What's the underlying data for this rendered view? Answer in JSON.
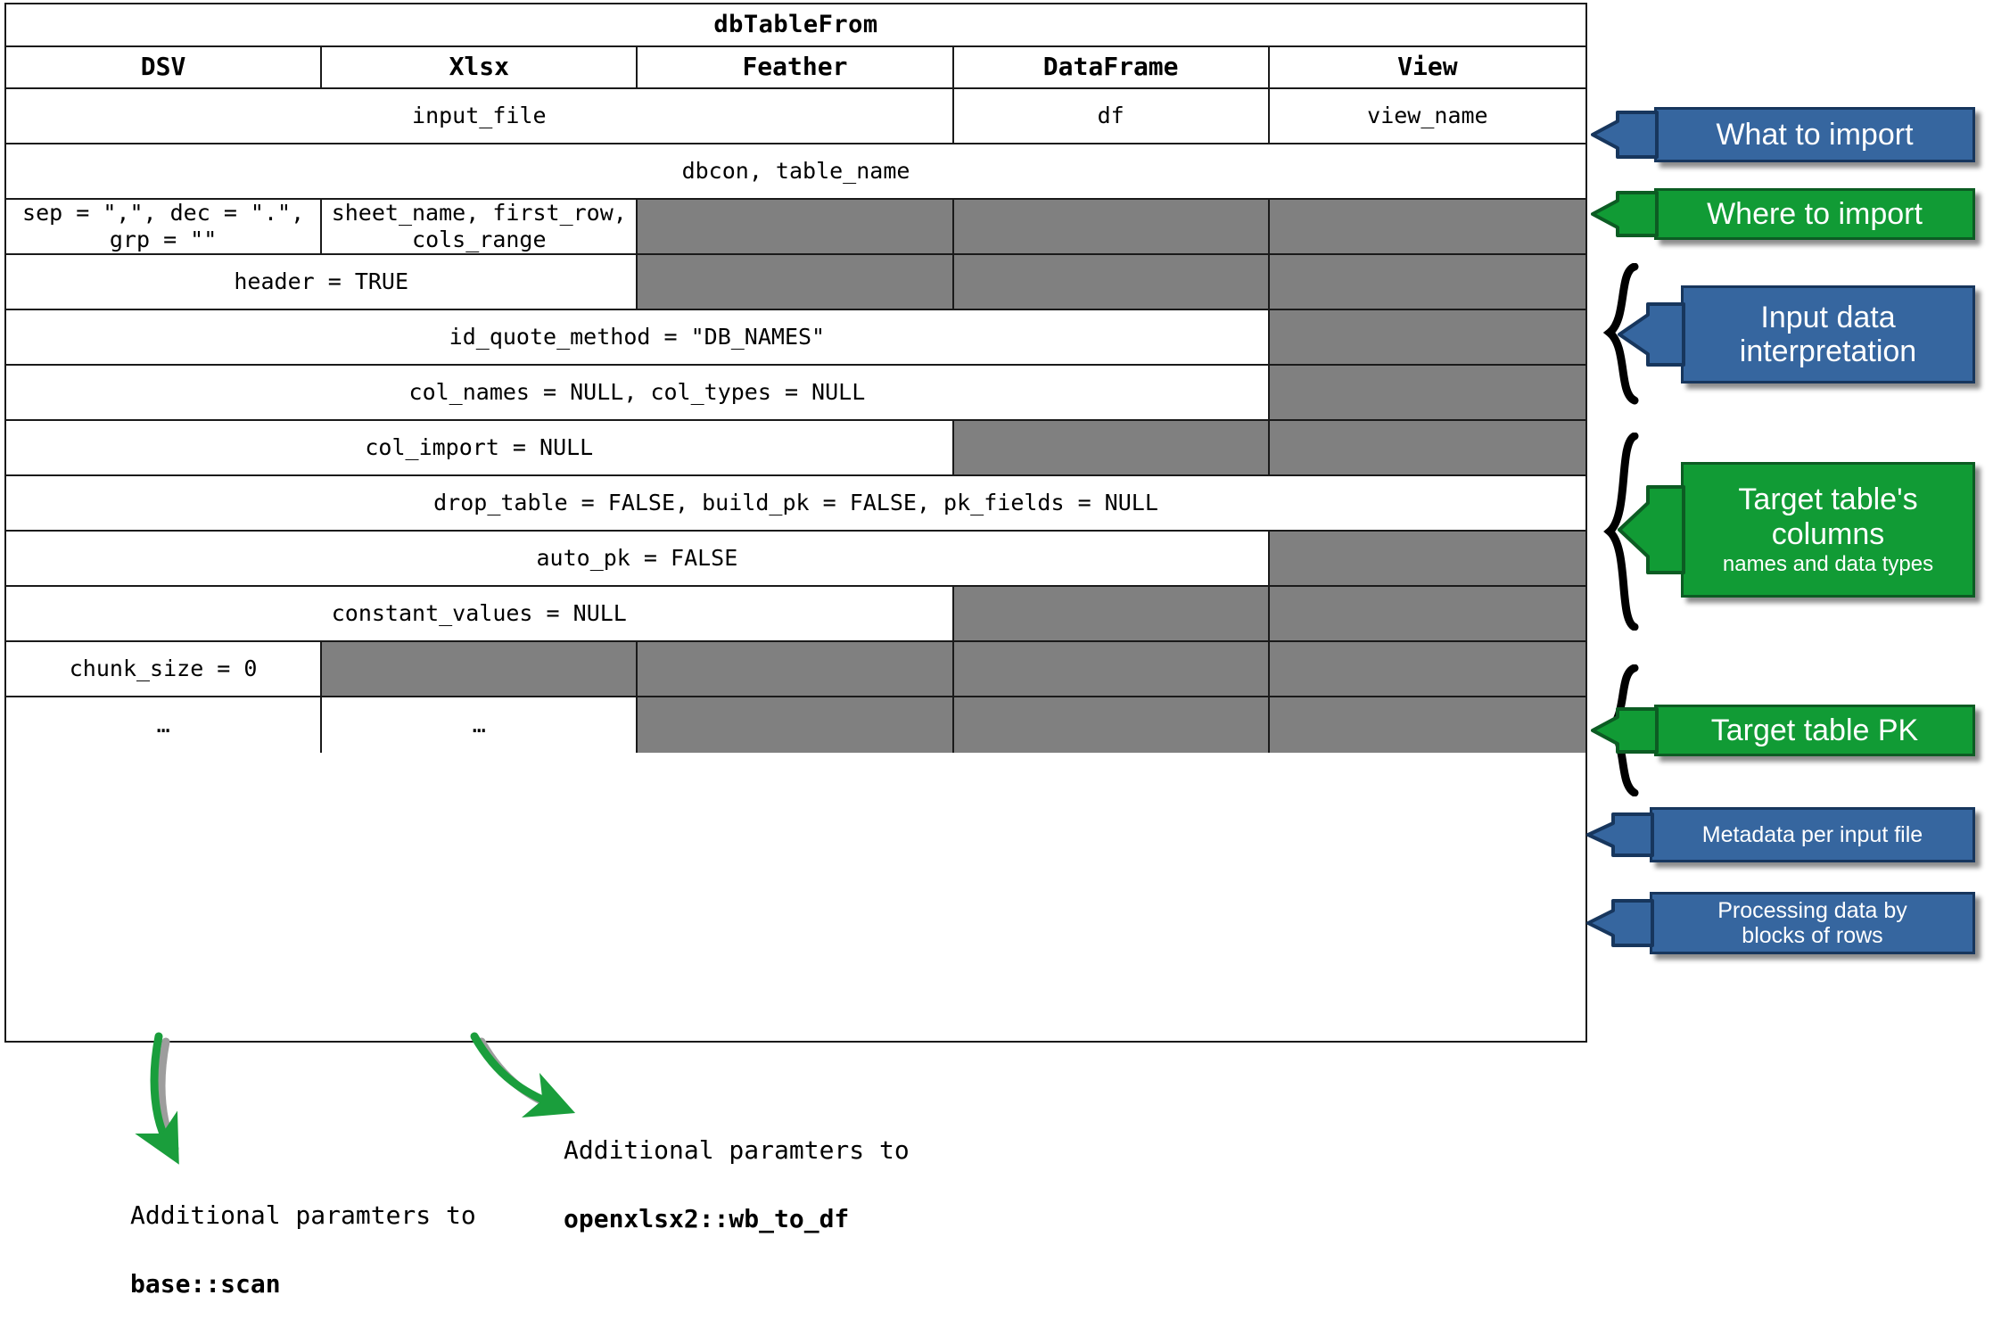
{
  "table": {
    "title": "dbTableFrom",
    "columns": [
      "DSV",
      "Xlsx",
      "Feather",
      "DataFrame",
      "View"
    ],
    "rows": [
      {
        "name": "what-to-import",
        "cells": [
          {
            "text": "input_file",
            "span": 3,
            "state": "white"
          },
          {
            "text": "df",
            "span": 1,
            "state": "white"
          },
          {
            "text": "view_name",
            "span": 1,
            "state": "white"
          }
        ]
      },
      {
        "name": "where-to-import",
        "cells": [
          {
            "text": "dbcon, table_name",
            "span": 5,
            "state": "white"
          }
        ]
      },
      {
        "name": "format-specific-options",
        "cells": [
          {
            "text": "sep = \",\", dec = \".\",\ngrp = \"\"",
            "span": 1,
            "state": "white"
          },
          {
            "text": "sheet_name, first_row,\ncols_range",
            "span": 1,
            "state": "white"
          },
          {
            "text": "",
            "span": 1,
            "state": "gray"
          },
          {
            "text": "",
            "span": 1,
            "state": "gray"
          },
          {
            "text": "",
            "span": 1,
            "state": "gray"
          }
        ]
      },
      {
        "name": "header-option",
        "cells": [
          {
            "text": "header = TRUE",
            "span": 2,
            "state": "white"
          },
          {
            "text": "",
            "span": 1,
            "state": "gray"
          },
          {
            "text": "",
            "span": 1,
            "state": "gray"
          },
          {
            "text": "",
            "span": 1,
            "state": "gray"
          }
        ]
      },
      {
        "name": "id-quote-method",
        "cells": [
          {
            "text": "id_quote_method = \"DB_NAMES\"",
            "span": 4,
            "state": "white"
          },
          {
            "text": "",
            "span": 1,
            "state": "gray"
          }
        ]
      },
      {
        "name": "col-names-types",
        "cells": [
          {
            "text": "col_names = NULL, col_types = NULL",
            "span": 4,
            "state": "white"
          },
          {
            "text": "",
            "span": 1,
            "state": "gray"
          }
        ]
      },
      {
        "name": "col-import",
        "cells": [
          {
            "text": "col_import = NULL",
            "span": 3,
            "state": "white"
          },
          {
            "text": "",
            "span": 1,
            "state": "gray"
          },
          {
            "text": "",
            "span": 1,
            "state": "gray"
          }
        ]
      },
      {
        "name": "drop-table-build-pk",
        "cells": [
          {
            "text": "drop_table = FALSE, build_pk = FALSE, pk_fields = NULL",
            "span": 5,
            "state": "white"
          }
        ]
      },
      {
        "name": "auto-pk",
        "cells": [
          {
            "text": "auto_pk = FALSE",
            "span": 4,
            "state": "white"
          },
          {
            "text": "",
            "span": 1,
            "state": "gray"
          }
        ]
      },
      {
        "name": "constant-values",
        "cells": [
          {
            "text": "constant_values = NULL",
            "span": 3,
            "state": "white"
          },
          {
            "text": "",
            "span": 1,
            "state": "gray"
          },
          {
            "text": "",
            "span": 1,
            "state": "gray"
          }
        ]
      },
      {
        "name": "chunk-size",
        "cells": [
          {
            "text": "chunk_size = 0",
            "span": 1,
            "state": "white"
          },
          {
            "text": "",
            "span": 1,
            "state": "gray"
          },
          {
            "text": "",
            "span": 1,
            "state": "gray"
          },
          {
            "text": "",
            "span": 1,
            "state": "gray"
          },
          {
            "text": "",
            "span": 1,
            "state": "gray"
          }
        ]
      },
      {
        "name": "ellipsis-row",
        "cells": [
          {
            "text": "…",
            "span": 1,
            "state": "white"
          },
          {
            "text": "…",
            "span": 1,
            "state": "white"
          },
          {
            "text": "",
            "span": 1,
            "state": "gray"
          },
          {
            "text": "",
            "span": 1,
            "state": "gray"
          },
          {
            "text": "",
            "span": 1,
            "state": "gray"
          }
        ]
      }
    ]
  },
  "callouts": [
    {
      "name": "what-to-import",
      "main": "What to import",
      "sub": "",
      "color": "blue"
    },
    {
      "name": "where-to-import",
      "main": "Where to import",
      "sub": "",
      "color": "green"
    },
    {
      "name": "input-data-interpretation",
      "main": "Input data\ninterpretation",
      "sub": "",
      "color": "blue"
    },
    {
      "name": "target-table-columns",
      "main": "Target table's\ncolumns",
      "sub": "names and data types",
      "color": "green"
    },
    {
      "name": "target-table-pk",
      "main": "Target table PK",
      "sub": "",
      "color": "green"
    },
    {
      "name": "metadata-per-input-file",
      "main": "Metadata per input file",
      "sub": "",
      "color": "blue"
    },
    {
      "name": "processing-by-blocks",
      "main": "Processing data by\nblocks of rows",
      "sub": "",
      "color": "blue"
    }
  ],
  "captions": [
    {
      "name": "base-scan-caption",
      "line1": "Additional paramters to",
      "line2": "base::scan"
    },
    {
      "name": "wb-to-df-caption",
      "line1": "Additional paramters to",
      "line2": "openxlsx2::wb_to_df"
    }
  ],
  "colors": {
    "blue": "#36669f",
    "green": "#119b35",
    "gray_cell": "#808080",
    "border": "#1a1a1a",
    "arrow_green": "#1a9e3c"
  }
}
